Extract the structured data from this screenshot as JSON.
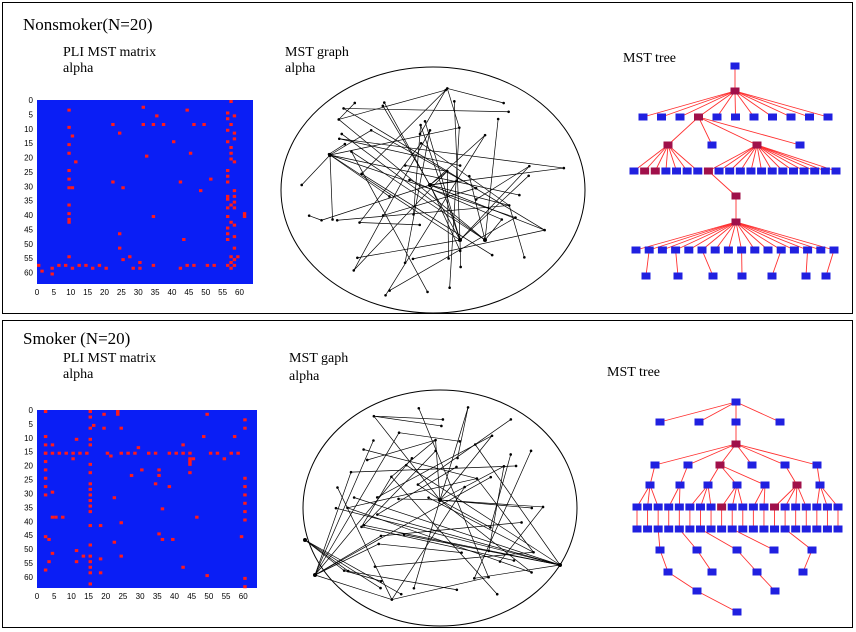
{
  "panels": [
    {
      "title": "Nonsmoker(N=20)",
      "matrix_title": "PLI MST matrix",
      "matrix_band": "alpha",
      "graph_title": "MST graph",
      "graph_band": "alpha",
      "tree_title": "MST tree"
    },
    {
      "title": "Smoker (N=20)",
      "matrix_title": "PLI MST matrix",
      "matrix_band": "alpha",
      "graph_title": "MST gaph",
      "graph_band": "alpha",
      "tree_title": "MST tree"
    }
  ],
  "matrix_axis": {
    "y_ticks": [
      "0",
      "5",
      "10",
      "15",
      "20",
      "25",
      "30",
      "35",
      "40",
      "45",
      "50",
      "55",
      "60"
    ],
    "x_ticks": [
      "0",
      "5",
      "10",
      "15",
      "20",
      "25",
      "30",
      "35",
      "40",
      "45",
      "50",
      "55",
      "60"
    ]
  },
  "colors": {
    "matrix_bg": "#0a1ef5",
    "matrix_dot": "#ff1a1a",
    "tree_node": "#2020e0",
    "tree_hub": "#a0104a",
    "tree_edge": "#ff3030",
    "graph_edge": "#000000"
  }
}
